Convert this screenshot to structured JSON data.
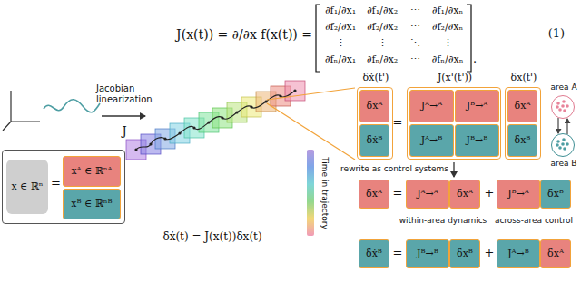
{
  "diagram": {
    "nodes": [
      {
        "text": [
          "="
        ]
      },
      {
        "text": [
          "x ∈ ℝⁿ"
        ],
        "in": 0
      },
      {
        "text": [
          "xᴬ ∈ ℝⁿᴬ"
        ],
        "in": 0
      },
      {
        "text": [
          "xᴮ ∈ ℝⁿᴮ"
        ],
        "in": 0
      },
      {
        "text": [
          "δẋ(t')"
        ]
      },
      {
        "text": [
          "δẋᴬ"
        ],
        "in": 4
      },
      {
        "text": [
          "δẋᴮ"
        ],
        "in": 4
      },
      {
        "text": [
          "J(x'(t'))"
        ]
      },
      {
        "text": [
          "Jᴬ→ᴬ"
        ],
        "in": 7
      },
      {
        "text": [
          "Jᴮ→ᴬ"
        ],
        "in": 7
      },
      {
        "text": [
          "Jᴬ→ᴮ"
        ],
        "in": 7
      },
      {
        "text": [
          "Jᴮ→ᴮ"
        ],
        "in": 7
      },
      {
        "text": [
          "δx(t')"
        ]
      },
      {
        "text": [
          "δxᴬ"
        ],
        "in": 12
      },
      {
        "text": [
          "δxᴮ"
        ],
        "in": 12
      },
      {
        "text": [
          "area A"
        ]
      },
      {
        "text": [
          "area B"
        ]
      },
      {
        "text": [
          "δẋᴬ"
        ]
      },
      {
        "text": [
          "Jᴬ→ᴬ"
        ]
      },
      {
        "text": [
          "δxᴬ"
        ]
      },
      {
        "text": [
          "Jᴮ→ᴬ"
        ]
      },
      {
        "text": [
          "δxᴮ"
        ]
      },
      {
        "text": [
          "δẋᴮ"
        ]
      },
      {
        "text": [
          "Jᴮ→ᴮ"
        ]
      },
      {
        "text": [
          "δxᴮ"
        ]
      },
      {
        "text": [
          "Jᴬ→ᴮ"
        ]
      },
      {
        "text": [
          "δxᴬ"
        ]
      }
    ],
    "edges": [
      {
        "from": 15,
        "to": 16,
        "arrow": "to"
      },
      {
        "from": 16,
        "to": 15,
        "arrow": "to"
      }
    ],
    "labels": [
      "J(x(t)) = ∂/∂x f(x(t)) =",
      "∂f₁/∂x₁",
      "∂f₁/∂x₂",
      "⋯",
      "∂f₁/∂xₙ",
      "∂f₂/∂x₁",
      "∂f₂/∂x₂",
      "⋯",
      "∂f₂/∂xₙ",
      "⋮",
      "⋮",
      "⋱",
      "⋮",
      "∂fₙ/∂x₁",
      "∂fₙ/∂x₂",
      "⋯",
      "∂fₙ/∂xₙ",
      ".",
      "(1)",
      "Jacobian linearization",
      "J",
      "δẋ(t) = J(x(t))δx(t)",
      "Time in trajectory",
      "=",
      "rewrite as control systems",
      "=",
      "+",
      "within-area dynamics",
      "across-area control",
      "=",
      "+"
    ]
  }
}
